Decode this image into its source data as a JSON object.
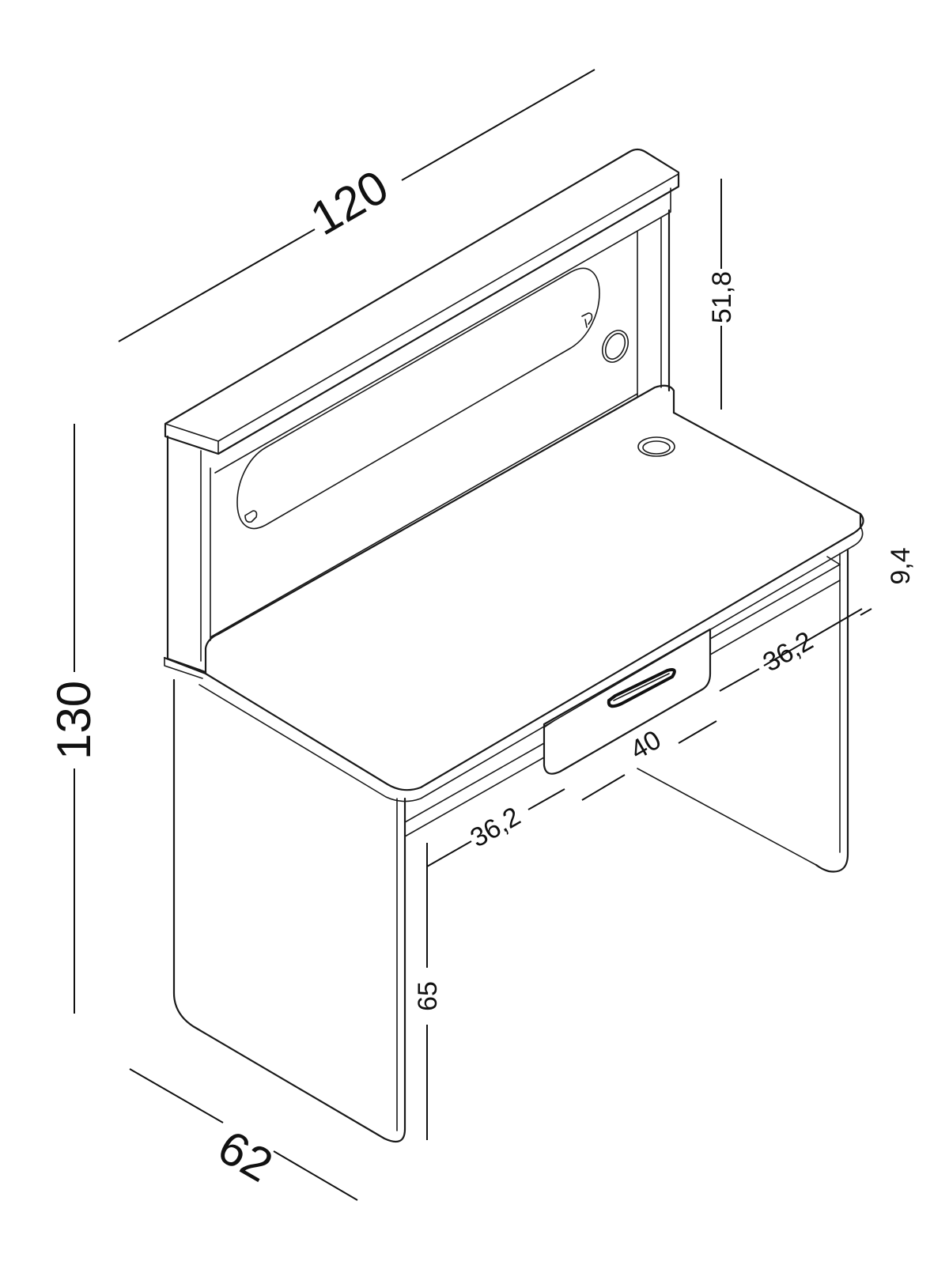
{
  "dimensions": {
    "width": "120",
    "total_height": "130",
    "depth": "62",
    "hutch_height": "51,8",
    "drawer_height": "9,4",
    "leg_height": "65",
    "right_opening": "36,2",
    "left_opening": "36,2",
    "drawer_width": "40"
  }
}
